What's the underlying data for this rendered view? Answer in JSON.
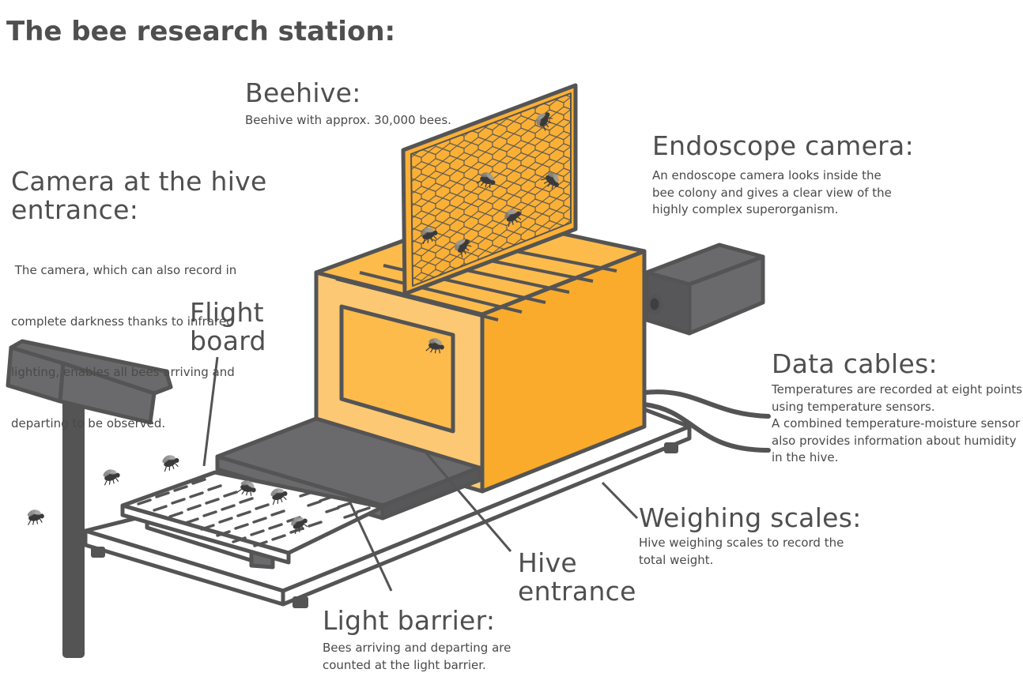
{
  "title": "The bee research station:",
  "colors": {
    "outline": "#545454",
    "hive_front": "#fcc873",
    "hive_side": "#faab2b",
    "hive_top": "#fdbb4c",
    "honeycomb": "#fbb035",
    "dark_gray": "#6a6a6d",
    "bee": "#3a3a3a",
    "text": "#4f4f4f"
  },
  "labels": {
    "beehive": {
      "heading": "Beehive:",
      "lines": [
        "Beehive with approx. 30,000 bees."
      ]
    },
    "endoscope": {
      "heading": "Endoscope camera:",
      "lines": [
        "An endoscope camera looks inside the",
        "bee colony and gives a clear view of the",
        "highly complex superorganism."
      ]
    },
    "camera": {
      "heading_lines": [
        "Camera at the hive",
        "entrance:"
      ],
      "lines": [
        " The camera, which can also record in",
        "complete darkness thanks to infrared",
        "lighting, enables all bees arriving and",
        "departing to be observed."
      ]
    },
    "flight_board": {
      "heading_lines": [
        "Flight",
        "board"
      ]
    },
    "data_cables": {
      "heading": "Data cables:",
      "lines": [
        "Temperatures are recorded at eight points",
        "using temperature sensors.",
        "A combined temperature-moisture sensor",
        "also provides information about humidity",
        "in the hive."
      ]
    },
    "weighing": {
      "heading": "Weighing scales:",
      "lines": [
        "Hive weighing scales to record the",
        "total weight."
      ]
    },
    "hive_entrance": {
      "heading_lines": [
        "Hive",
        "entrance"
      ]
    },
    "light_barrier": {
      "heading": "Light barrier:",
      "lines": [
        "Bees arriving and departing are",
        "counted at the light barrier."
      ]
    }
  }
}
